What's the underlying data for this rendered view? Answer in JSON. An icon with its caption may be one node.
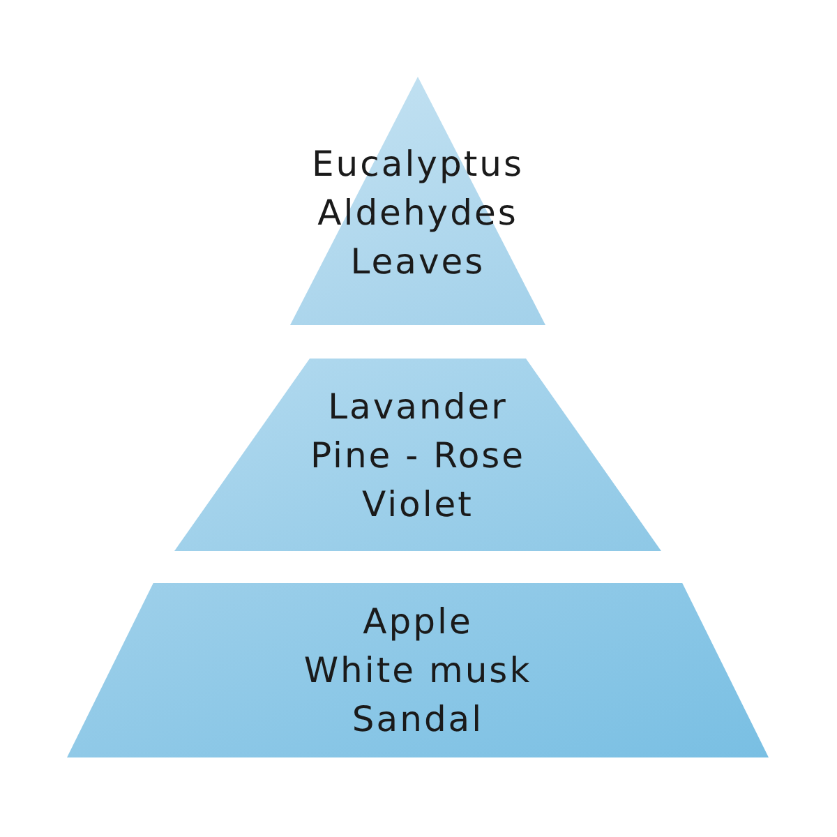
{
  "diagram": {
    "nodes": [
      {
        "text": [
          "Eucalyptus",
          "Aldehydes",
          "Leaves"
        ]
      },
      {
        "text": [
          "Lavander",
          "Pine - Rose",
          "Violet"
        ]
      },
      {
        "text": [
          "Apple",
          "White musk",
          "Sandal"
        ]
      }
    ]
  }
}
